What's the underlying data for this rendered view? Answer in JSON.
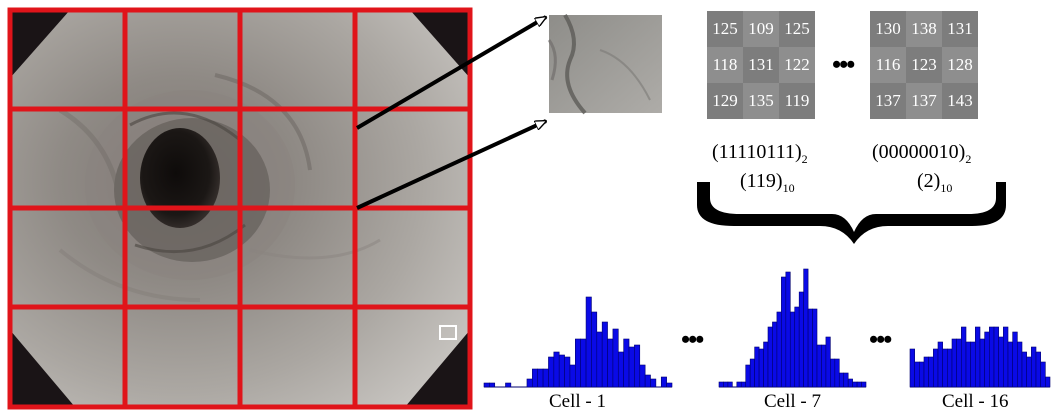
{
  "colors": {
    "grid": "#e0141a",
    "histogram_bar": "#0a0ae6",
    "histogram_edge": "#00006e",
    "corner": "#1a1416",
    "pixel_dark": "#7d7d7d",
    "pixel_light": "#8e8e8e"
  },
  "patch_left": {
    "values": [
      "125",
      "109",
      "125",
      "118",
      "131",
      "122",
      "129",
      "135",
      "119"
    ]
  },
  "patch_right": {
    "values": [
      "130",
      "138",
      "131",
      "116",
      "123",
      "128",
      "137",
      "137",
      "143"
    ]
  },
  "separators": {
    "patches": "•••",
    "hist_1": "•••",
    "hist_2": "•••"
  },
  "codes": {
    "left": {
      "binary": "(11110111)",
      "binary_base": "2",
      "decimal": "(119)",
      "decimal_base": "10"
    },
    "right": {
      "binary": "(00000010)",
      "binary_base": "2",
      "decimal": "(2)",
      "decimal_base": "10"
    }
  },
  "histograms": [
    {
      "label": "Cell - 1",
      "bins": [
        4,
        4,
        0,
        0,
        4,
        0,
        0,
        0,
        8,
        18,
        18,
        18,
        30,
        35,
        32,
        30,
        22,
        48,
        48,
        90,
        75,
        55,
        65,
        48,
        58,
        35,
        48,
        40,
        42,
        22,
        12,
        8,
        0,
        10,
        4
      ]
    },
    {
      "label": "Cell - 7",
      "bins": [
        5,
        5,
        5,
        0,
        5,
        5,
        22,
        28,
        40,
        38,
        45,
        60,
        65,
        75,
        110,
        115,
        75,
        80,
        95,
        118,
        78,
        78,
        42,
        42,
        50,
        28,
        28,
        14,
        14,
        8,
        5,
        5,
        5
      ]
    },
    {
      "label": "Cell - 16",
      "bins": [
        38,
        25,
        25,
        30,
        30,
        38,
        45,
        38,
        38,
        48,
        48,
        60,
        45,
        45,
        60,
        48,
        55,
        60,
        60,
        50,
        60,
        45,
        55,
        45,
        35,
        30,
        40,
        35,
        25,
        10
      ]
    }
  ]
}
